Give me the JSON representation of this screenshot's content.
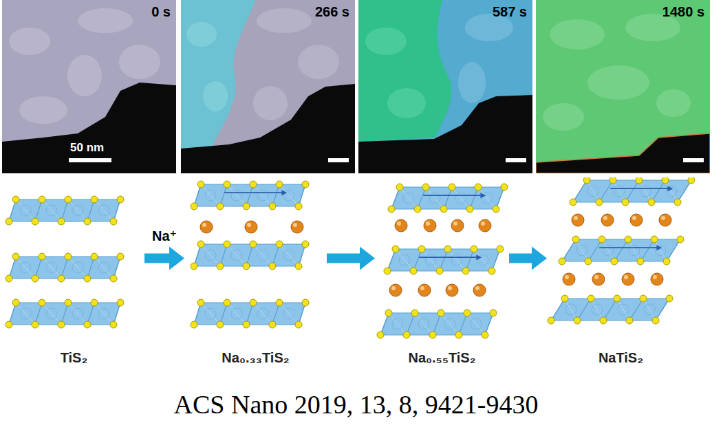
{
  "diagram": {
    "caption": "ACS Nano 2019, 13, 8, 9421-9430",
    "nodes": [
      {
        "text": [
          "0 s",
          "50 nm"
        ]
      },
      {
        "text": [
          "266 s"
        ]
      },
      {
        "text": [
          "587 s"
        ]
      },
      {
        "text": [
          "1480 s"
        ]
      },
      {
        "text": [
          "TiS₂"
        ]
      },
      {
        "text": [
          "Na₀.₃₃TiS₂"
        ]
      },
      {
        "text": [
          "Na₀.₅₅TiS₂"
        ]
      },
      {
        "text": [
          "NaTiS₂"
        ]
      }
    ],
    "edges": [
      {
        "from": 4,
        "to": 5,
        "arrow": "to",
        "label": "Na⁺"
      },
      {
        "from": 5,
        "to": 6,
        "arrow": "to"
      },
      {
        "from": 6,
        "to": 7,
        "arrow": "to"
      }
    ]
  }
}
